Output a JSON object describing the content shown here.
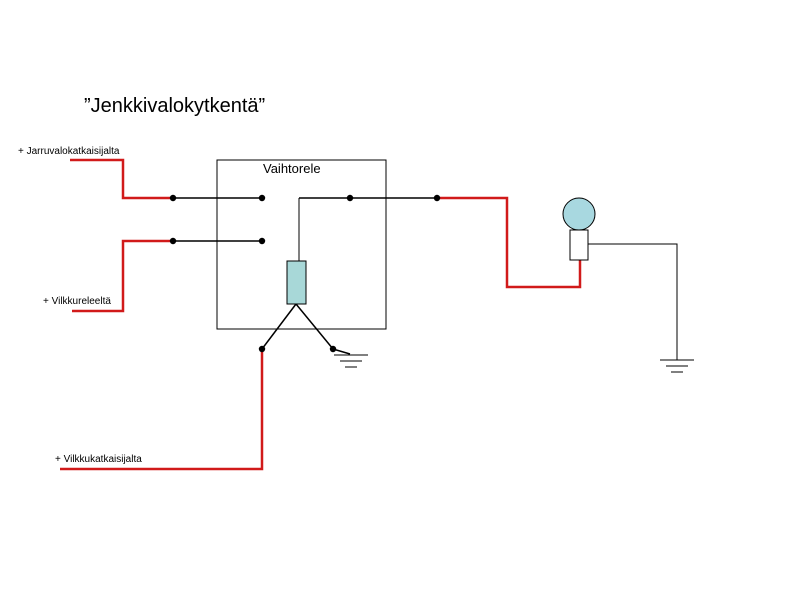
{
  "title": "”Jenkkivalokytkentä”",
  "relay_label": "Vaihtorele",
  "inputs": {
    "brake": "+ Jarruvalokatkaisijalta",
    "flasher_relay": "+ Vilkkureleeltä",
    "flasher_switch": "+ Vilkkukatkaisijalta"
  },
  "colors": {
    "wire_red": "#d11a1a",
    "wire_black": "#000000",
    "coil_fill": "#a8d8d8",
    "lamp_fill": "#a8d8e0"
  }
}
